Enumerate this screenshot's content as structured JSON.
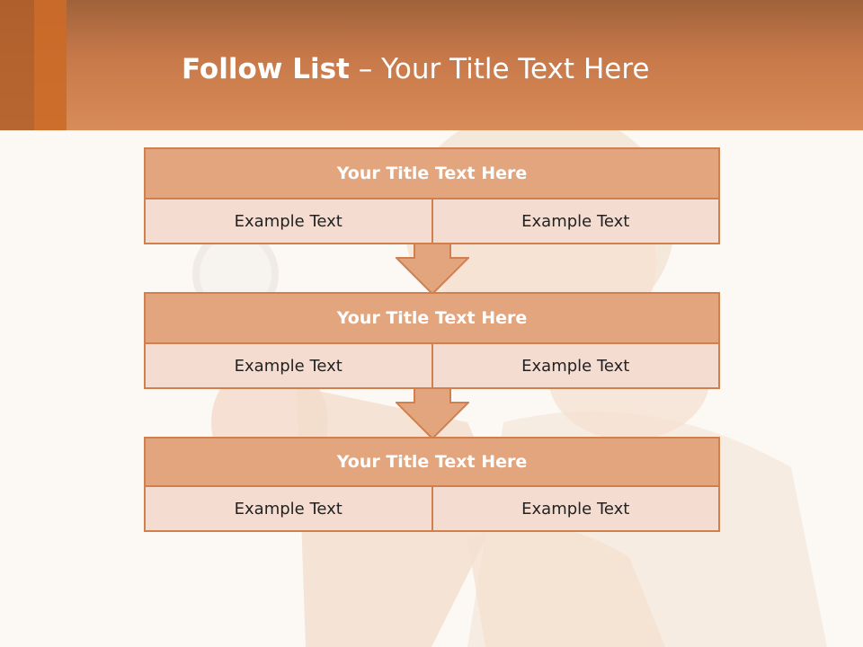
{
  "slide": {
    "title_bold": "Follow List",
    "title_rest": "– Your Title Text Here"
  },
  "blocks": [
    {
      "title": "Your Title Text Here",
      "left": "Example Text",
      "right": "Example Text"
    },
    {
      "title": "Your Title Text Here",
      "left": "Example Text",
      "right": "Example Text"
    },
    {
      "title": "Your Title Text Here",
      "left": "Example Text",
      "right": "Example Text"
    }
  ],
  "colors": {
    "header_orange": "#d88c58",
    "block_title_fill": "#e3a57d",
    "block_cell_fill": "#f5dcd0",
    "border": "#d0804f"
  },
  "icons": {
    "flow_arrow": "down-arrow-icon"
  }
}
